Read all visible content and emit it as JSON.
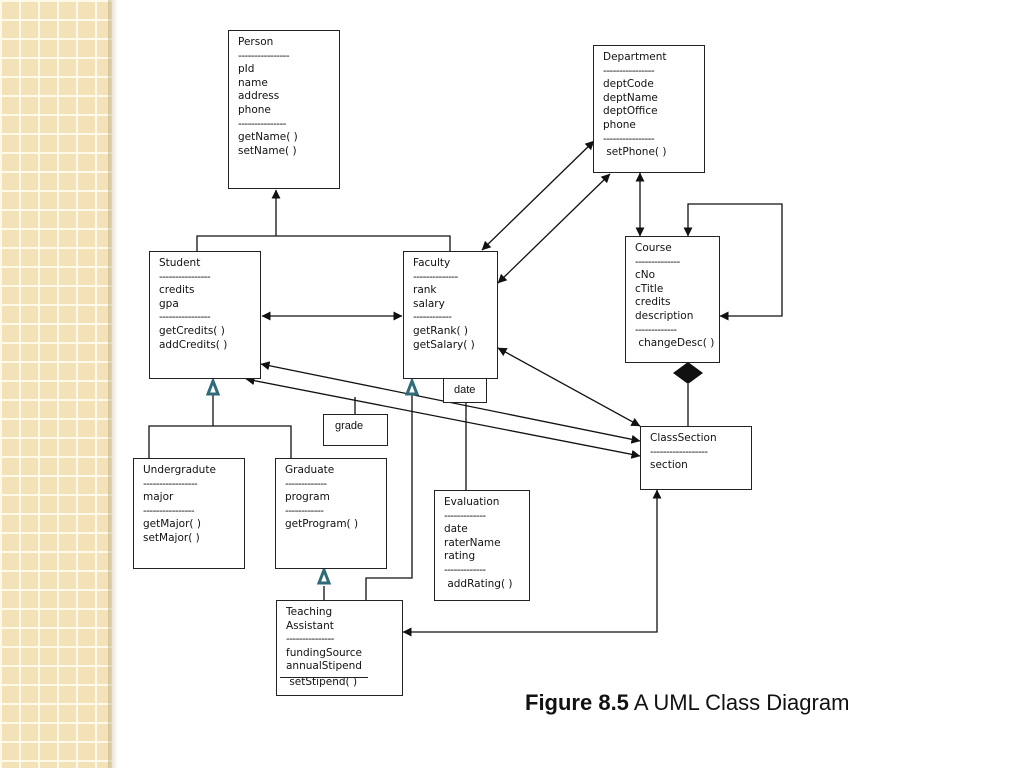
{
  "caption": {
    "figure_label": "Figure 8.5",
    "title": "A UML Class Diagram"
  },
  "classes": {
    "person": {
      "name": "Person",
      "sep1": "----------------",
      "attributes": [
        "pId",
        "name",
        "address",
        "phone"
      ],
      "sep2": "---------------",
      "methods": [
        "getName( )",
        "setName( )"
      ]
    },
    "department": {
      "name": "Department",
      "sep1": "----------------",
      "attributes": [
        "deptCode",
        "deptName",
        "deptOffice",
        "phone"
      ],
      "sep2": "----------------",
      "methods": [
        " setPhone( )"
      ]
    },
    "student": {
      "name": "Student",
      "sep1": "----------------",
      "attributes": [
        "credits",
        "gpa"
      ],
      "sep2": "----------------",
      "methods": [
        "getCredits( )",
        "addCredits( )"
      ]
    },
    "faculty": {
      "name": "Faculty",
      "sep1": "--------------",
      "attributes": [
        "rank",
        "salary"
      ],
      "sep2": "------------",
      "methods": [
        "getRank( )",
        "getSalary( )"
      ]
    },
    "course": {
      "name": "Course",
      "sep1": "--------------",
      "attributes": [
        "cNo",
        "cTitle",
        "credits",
        "description"
      ],
      "sep2": "-------------",
      "methods": [
        " changeDesc( )"
      ]
    },
    "class_section": {
      "name": "ClassSection",
      "sep1": "------------------",
      "attributes": [
        "section"
      ]
    },
    "undergraduate": {
      "name": "Undergradute",
      "sep1": "-----------------",
      "attributes": [
        "major"
      ],
      "sep2": "----------------",
      "methods": [
        "getMajor( )",
        "setMajor( )"
      ]
    },
    "graduate": {
      "name": "Graduate",
      "sep1": "-------------",
      "attributes": [
        "program"
      ],
      "sep2": "------------",
      "methods": [
        "getProgram( )"
      ]
    },
    "evaluation": {
      "name": "Evaluation",
      "sep1": "-------------",
      "attributes": [
        "date",
        "raterName",
        "rating"
      ],
      "sep2": "-------------",
      "methods": [
        " addRating( )"
      ]
    },
    "teaching_assistant": {
      "name_line1": "Teaching",
      "name_line2": "Assistant",
      "sep1": "---------------",
      "attributes": [
        "fundingSource",
        "annualStipend"
      ],
      "methods": [
        " setStipend( )"
      ]
    }
  },
  "association_classes": {
    "date": "date",
    "grade": "grade"
  },
  "colors": {
    "line": "#111111",
    "generalization_arrow": "#2f6b78",
    "side_panel": "#f3e2b8"
  }
}
